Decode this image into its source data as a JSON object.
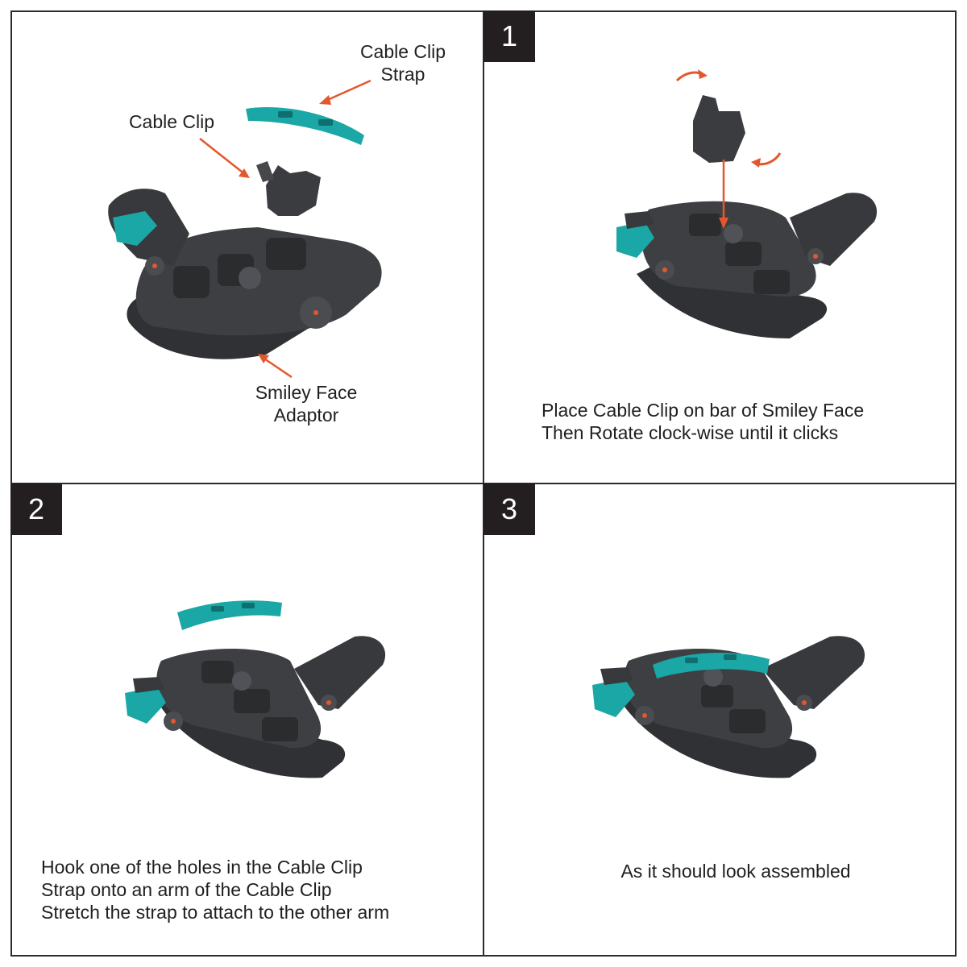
{
  "colors": {
    "teal": "#1aa7a5",
    "arrow": "#e4572e",
    "device": "#3d3f42",
    "border": "#2b2b2b"
  },
  "panels": [
    {
      "labels": {
        "cable_clip_strap": [
          "Cable Clip",
          "Strap"
        ],
        "cable_clip": "Cable Clip",
        "smiley_face_adaptor": [
          "Smiley Face",
          "Adaptor"
        ]
      }
    },
    {
      "step": "1",
      "caption": [
        "Place Cable Clip on bar of Smiley Face",
        "Then Rotate clock-wise until it clicks"
      ]
    },
    {
      "step": "2",
      "caption": [
        "Hook one of the holes in the Cable Clip",
        "Strap onto an arm of the Cable Clip",
        "Stretch the strap to attach to the other arm"
      ]
    },
    {
      "step": "3",
      "caption": [
        "As it should look assembled"
      ]
    }
  ]
}
